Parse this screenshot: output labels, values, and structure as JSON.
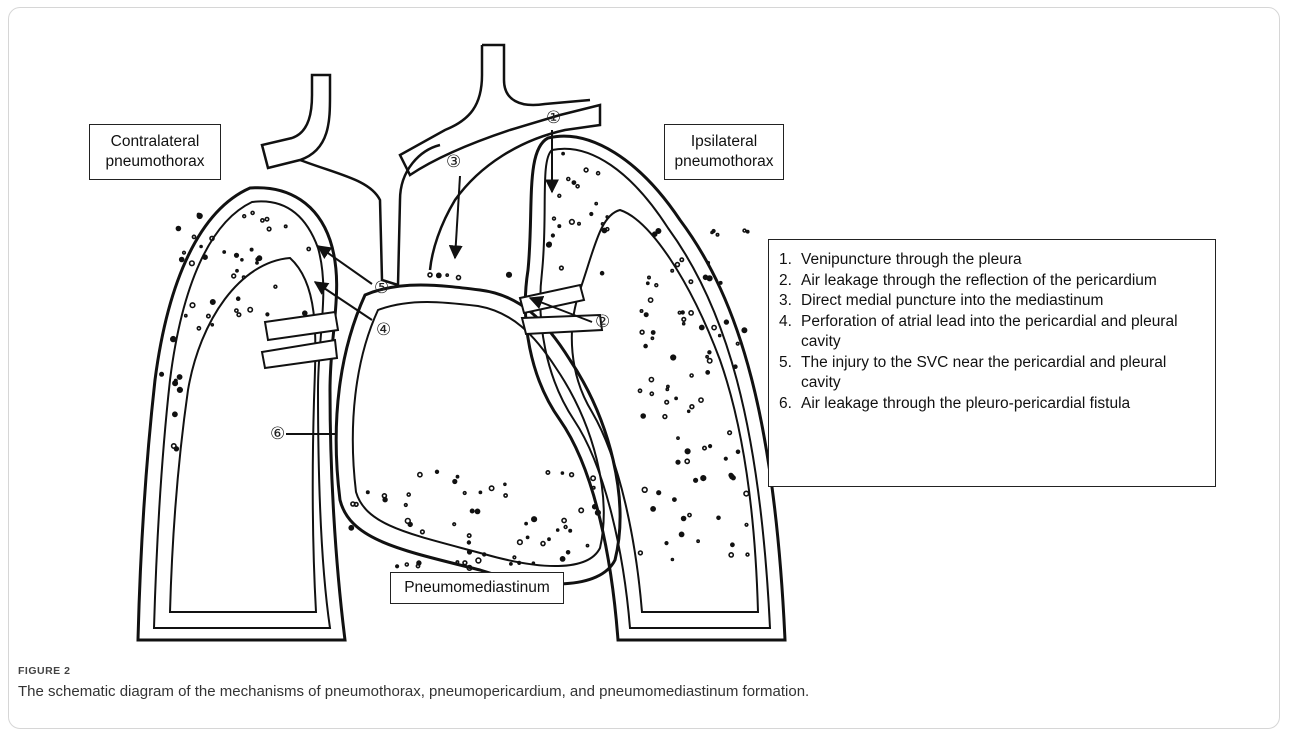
{
  "labels": {
    "contralateral": "Contralateral pneumothorax",
    "ipsilateral": "Ipsilateral pneumothorax",
    "pneumomediastinum": "Pneumomediastinum"
  },
  "markers": [
    "①",
    "②",
    "③",
    "④",
    "⑤",
    "⑥"
  ],
  "legend": [
    {
      "num": "1.",
      "text": "Venipuncture through the pleura"
    },
    {
      "num": "2.",
      "text": "Air leakage through the reflection of the pericardium"
    },
    {
      "num": "3.",
      "text": "Direct medial puncture into the mediastinum"
    },
    {
      "num": "4.",
      "text": "Perforation of atrial lead into the pericardial and pleural cavity"
    },
    {
      "num": "5.",
      "text": "The injury to the SVC near the pericardial and pleural cavity"
    },
    {
      "num": "6.",
      "text": "Air leakage through the pleuro-pericardial fistula"
    }
  ],
  "figure": {
    "label": "FIGURE 2",
    "caption": "The schematic diagram of the mechanisms of pneumothorax, pneumopericardium, and pneumomediastinum formation."
  }
}
